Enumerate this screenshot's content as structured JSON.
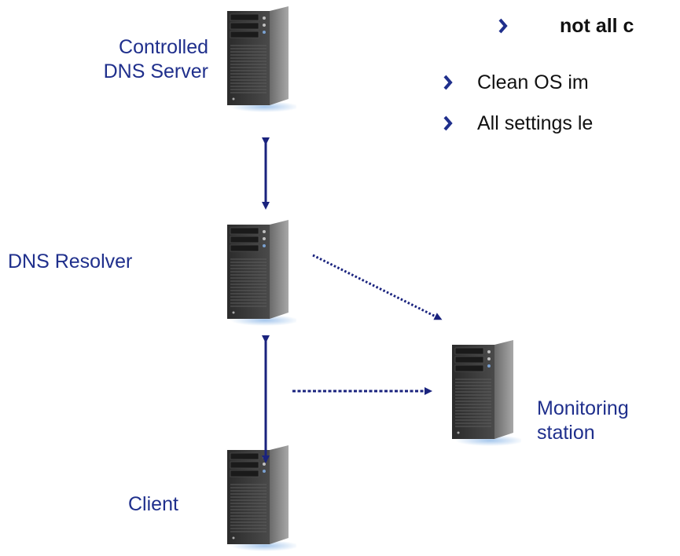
{
  "bullets": [
    {
      "text": "not all c",
      "bold": true
    },
    {
      "text": "Clean OS im",
      "bold": false
    },
    {
      "text": "All settings le",
      "bold": false
    }
  ],
  "nodes": {
    "controlled_dns_server": {
      "lines": [
        "Controlled",
        "DNS Server"
      ]
    },
    "dns_resolver": {
      "lines": [
        "DNS Resolver"
      ]
    },
    "client": {
      "lines": [
        "Client"
      ]
    },
    "monitoring_station": {
      "lines": [
        "Monitoring",
        "station"
      ]
    }
  },
  "colors": {
    "label": "#1f2f8c",
    "arrow": "#1a237e",
    "bullet_chevron": "#1f2f8c",
    "body_text": "#111111"
  }
}
